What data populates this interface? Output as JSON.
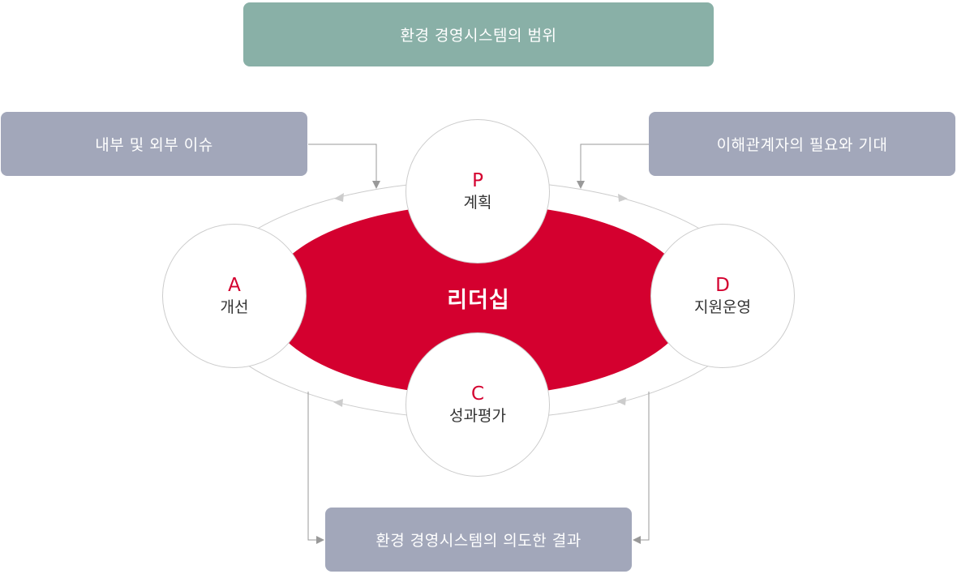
{
  "colors": {
    "scope_box": "#89b0a7",
    "gray_box": "#a2a7ba",
    "leadership_red": "#d4002f",
    "connector": "#999999"
  },
  "scope_box": {
    "label": "환경 경영시스템의 범위"
  },
  "inputs": {
    "left": {
      "label": "내부 및 외부 이슈"
    },
    "right": {
      "label": "이해관계자의 필요와 기대"
    }
  },
  "output": {
    "label": "환경 경영시스템의 의도한 결과"
  },
  "center": {
    "label": "리더십"
  },
  "cycle": {
    "plan": {
      "letter": "P",
      "label": "계획"
    },
    "do": {
      "letter": "D",
      "label": "지원운영"
    },
    "check": {
      "letter": "C",
      "label": "성과평가"
    },
    "act": {
      "letter": "A",
      "label": "개선"
    }
  }
}
